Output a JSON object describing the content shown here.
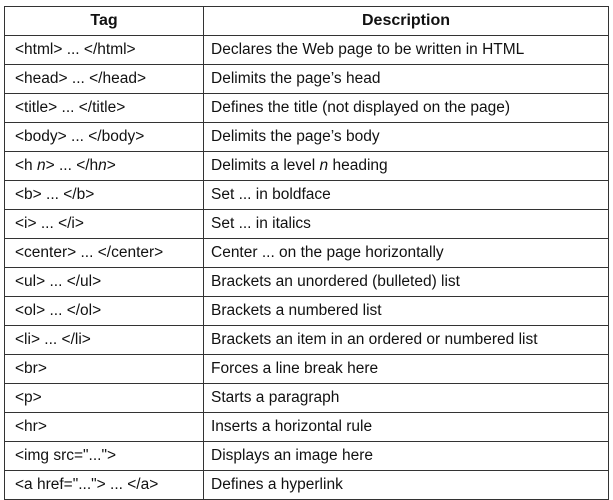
{
  "table": {
    "headers": [
      "Tag",
      "Description"
    ],
    "rows": [
      {
        "tag": [
          "<html> ... </html>"
        ],
        "desc": [
          "Declares the Web page to be written in HTML"
        ]
      },
      {
        "tag": [
          "<head> ... </head>"
        ],
        "desc": [
          "Delimits the page’s head"
        ]
      },
      {
        "tag": [
          "<title> ... </title>"
        ],
        "desc": [
          "Defines the title (not displayed on the page)"
        ]
      },
      {
        "tag": [
          "<body> ... </body>"
        ],
        "desc": [
          "Delimits the page’s body"
        ]
      },
      {
        "tag": [
          "<h ",
          "n",
          "> ... </h",
          "n",
          ">"
        ],
        "desc": [
          "Delimits a level ",
          "n",
          " heading"
        ]
      },
      {
        "tag": [
          "<b> ... </b>"
        ],
        "desc": [
          "Set ... in boldface"
        ]
      },
      {
        "tag": [
          "<i> ... </i>"
        ],
        "desc": [
          "Set ... in italics"
        ]
      },
      {
        "tag": [
          "<center> ... </center>"
        ],
        "desc": [
          "Center ... on the page horizontally"
        ]
      },
      {
        "tag": [
          "<ul> ... </ul>"
        ],
        "desc": [
          "Brackets an unordered (bulleted) list"
        ]
      },
      {
        "tag": [
          "<ol> ... </ol>"
        ],
        "desc": [
          "Brackets a numbered list"
        ]
      },
      {
        "tag": [
          "<li> ... </li>"
        ],
        "desc": [
          "Brackets an item in an ordered or numbered list"
        ]
      },
      {
        "tag": [
          "<br>"
        ],
        "desc": [
          "Forces a line break here"
        ]
      },
      {
        "tag": [
          "<p>"
        ],
        "desc": [
          "Starts a paragraph"
        ]
      },
      {
        "tag": [
          "<hr>"
        ],
        "desc": [
          "Inserts a horizontal rule"
        ]
      },
      {
        "tag": [
          "<img src=\"...\">"
        ],
        "desc": [
          "Displays an image here"
        ]
      },
      {
        "tag": [
          "<a href=\"...\"> ... </a>"
        ],
        "desc": [
          "Defines a hyperlink"
        ]
      }
    ]
  }
}
